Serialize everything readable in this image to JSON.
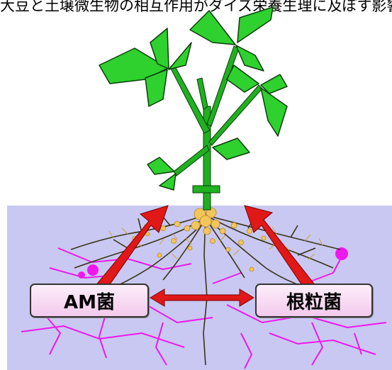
{
  "title": "大豆と土壌微生物の相互作用がダイズ栄養生理に及ぼす影響",
  "boxes": {
    "am_fungi": "AM菌",
    "rhizobia": "根粒菌"
  },
  "colors": {
    "soil": "#c9c8f2",
    "leaf": "#2fd12f",
    "leaf_outline": "#0b3d0b",
    "stem": "#20b020",
    "hyphae": "#ee18ee",
    "roots": "#3a3318",
    "nodules": "#f3c55a",
    "arrow": "#e01818",
    "box_fill": "#f7d8f2"
  },
  "icons": [
    "soybean-plant",
    "root-system",
    "nodules",
    "am-hyphae",
    "interaction-arrows"
  ]
}
